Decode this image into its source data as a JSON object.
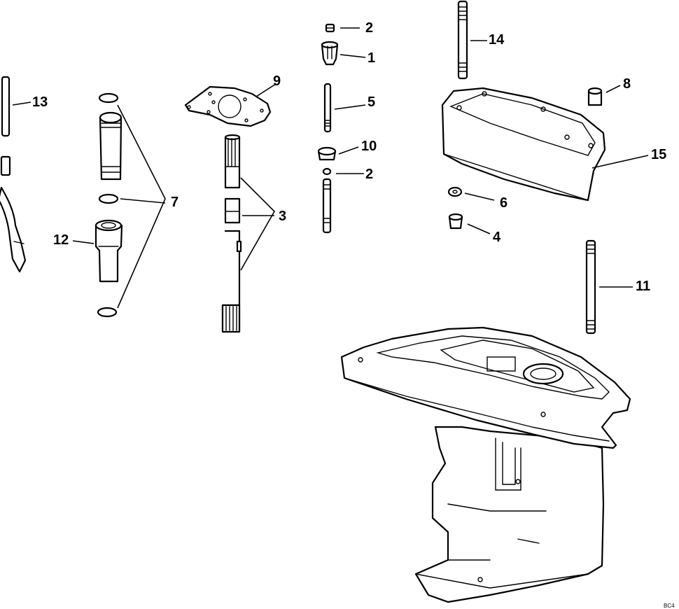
{
  "callouts": [
    {
      "id": "c1",
      "text": "1"
    },
    {
      "id": "c2a",
      "text": "2"
    },
    {
      "id": "c2b",
      "text": "2"
    },
    {
      "id": "c3",
      "text": "3"
    },
    {
      "id": "c4",
      "text": "4"
    },
    {
      "id": "c5",
      "text": "5"
    },
    {
      "id": "c6",
      "text": "6"
    },
    {
      "id": "c7",
      "text": "7"
    },
    {
      "id": "c8",
      "text": "8"
    },
    {
      "id": "c9",
      "text": "9"
    },
    {
      "id": "c10",
      "text": "10"
    },
    {
      "id": "c11",
      "text": "11"
    },
    {
      "id": "c12",
      "text": "12"
    },
    {
      "id": "c13",
      "text": "13"
    },
    {
      "id": "c14",
      "text": "14"
    },
    {
      "id": "c15",
      "text": "15"
    }
  ],
  "figure_code": "BC4"
}
